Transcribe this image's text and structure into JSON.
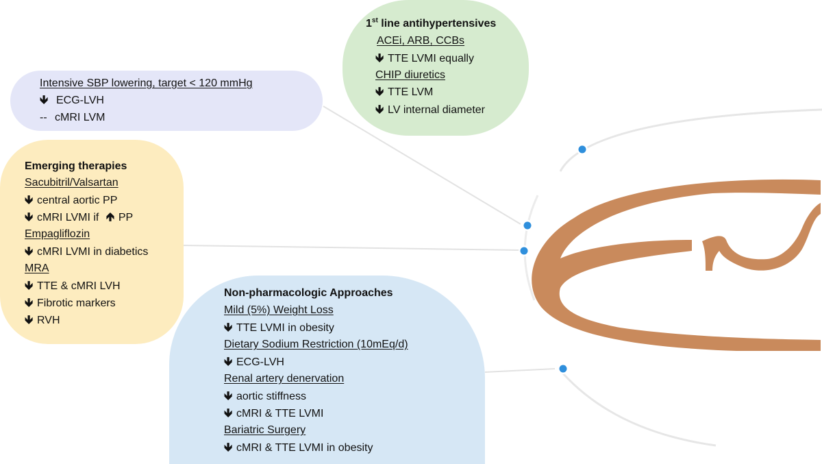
{
  "colors": {
    "intensive_bg": "#e4e6f8",
    "firstline_bg": "#d6ebcf",
    "emerging_bg": "#fdecbf",
    "nonpharm_bg": "#d6e7f5",
    "heart": "#c98a5c",
    "dot": "#2f8fdc"
  },
  "symbols": {
    "down": "🡻",
    "up": "🡹",
    "dash": "--"
  },
  "intensive": {
    "title": "Intensive SBP lowering, target < 120 mmHg",
    "items": [
      "ECG-LVH",
      "cMRI LVM"
    ]
  },
  "firstline": {
    "title_main": "1",
    "title_sup": "st",
    "title_rest": " line antihypertensives",
    "sub1": "ACEi, ARB, CCBs",
    "item1": "TTE LVMI equally",
    "sub2": "CHIP diuretics",
    "item2": "TTE LVM",
    "item3": "LV internal diameter"
  },
  "emerging": {
    "title": "Emerging therapies",
    "sub1": "Sacubitril/Valsartan",
    "item1": "central aortic PP",
    "item2a": "cMRI LVMI if",
    "item2b": "PP",
    "sub2": "Empagliflozin",
    "item3": "cMRI LVMI in diabetics",
    "sub3": "MRA",
    "item4": "TTE & cMRI LVH",
    "item5": "Fibrotic markers",
    "item6": "RVH"
  },
  "nonpharm": {
    "title": "Non-pharmacologic Approaches",
    "sub1": "Mild (5%) Weight Loss",
    "item1": "TTE LVMI in obesity",
    "sub2": "Dietary Sodium Restriction (10mEq/d)",
    "item2": "ECG-LVH",
    "sub3": "Renal artery denervation",
    "item3": "aortic stiffness",
    "item4": "cMRI & TTE LVMI",
    "sub4": "Bariatric Surgery",
    "item5": "cMRI & TTE LVMI in obesity"
  }
}
